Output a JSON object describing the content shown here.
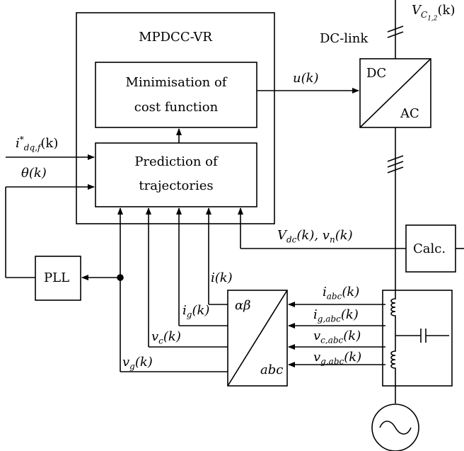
{
  "blocks": {
    "mpdcc_title": "MPDCC-VR",
    "minimisation_line1": "Minimisation of",
    "minimisation_line2": "cost function",
    "prediction_line1": "Prediction of",
    "prediction_line2": "trajectories",
    "pll": "PLL",
    "calc": "Calc.",
    "dc": "DC",
    "ac": "AC",
    "dclink": "DC-link",
    "clarke_top": "αβ",
    "clarke_bottom": "abc"
  },
  "signals": {
    "vc12_main": "V",
    "vc12_sub": "C",
    "vc12_subsub": "1,2",
    "vc12_arg": "(k)",
    "u": "u(k)",
    "idq_main": "i",
    "idq_sup": "*",
    "idq_sub": "dq,f",
    "idq_arg": "(k)",
    "theta": "θ(k)",
    "vdc_main": "V",
    "vdc_sub": "dc",
    "vdc_rest": "(k), v",
    "vn_sub": "n",
    "vn_arg": "(k)",
    "i": "i(k)",
    "ig_main": "i",
    "ig_sub": "g",
    "ig_arg": "(k)",
    "vc_main": "v",
    "vc_sub": "c",
    "vc_arg": "(k)",
    "vg_main": "v",
    "vg_sub": "g",
    "vg_arg": "(k)",
    "iabc_main": "i",
    "iabc_sub": "abc",
    "iabc_arg": "(k)",
    "igabc_main": "i",
    "igabc_sub": "g,abc",
    "igabc_arg": "(k)",
    "vcabc_main": "v",
    "vcabc_sub": "c,abc",
    "vcabc_arg": "(k)",
    "vgabc_main": "v",
    "vgabc_sub": "g,abc",
    "vgabc_arg": "(k)"
  }
}
